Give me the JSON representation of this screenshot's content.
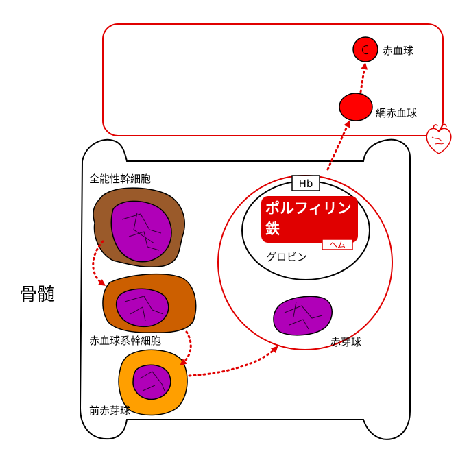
{
  "labels": {
    "bone_marrow": "骨髄",
    "hsc": "全能性幹細胞",
    "erythroid_progenitor": "赤血球系幹細胞",
    "proerythroblast": "前赤芽球",
    "erythroblast": "赤芽球",
    "reticulocyte": "網赤血球",
    "erythrocyte": "赤血球"
  },
  "hemoglobin": {
    "hb": "Hb",
    "porphyrin": "ポルフィリン",
    "iron": "鉄",
    "heme": "ヘム",
    "globin": "グロビン"
  },
  "colors": {
    "accent_red": "#e00000",
    "hsc_fill": "#9a5a2a",
    "progenitor_fill": "#cc5f00",
    "proerythroblast_fill": "#ff9f00",
    "nucleus_fill": "#b000b8"
  },
  "icons": [
    "heart-icon"
  ]
}
